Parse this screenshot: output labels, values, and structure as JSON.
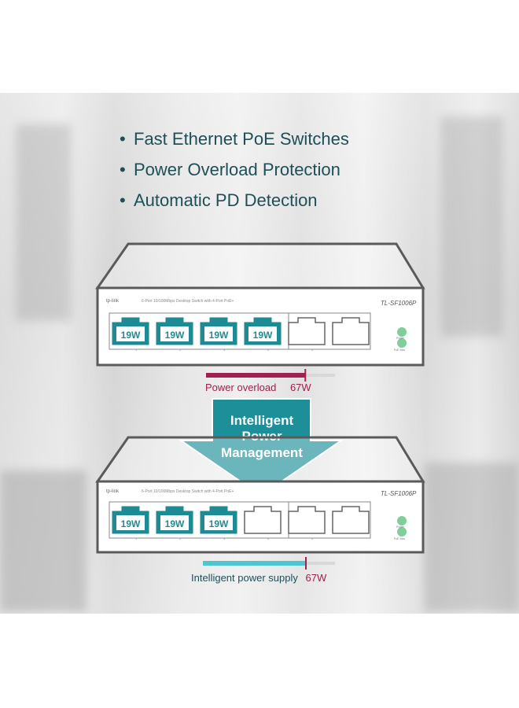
{
  "features": [
    "Fast Ethernet PoE Switches",
    "Power Overload Protection",
    "Automatic PD Detection"
  ],
  "switch_top": {
    "brand": "tp-link",
    "description": "6-Port 10/100Mbps Desktop Switch with 4-Port PoE+",
    "model": "TL-SF1006P",
    "ports": [
      {
        "label": "19W",
        "poe": true
      },
      {
        "label": "19W",
        "poe": true
      },
      {
        "label": "19W",
        "poe": true
      },
      {
        "label": "19W",
        "poe": true
      },
      {
        "label": "",
        "poe": false
      },
      {
        "label": "",
        "poe": false
      }
    ],
    "port_numbers": [
      "1",
      "2",
      "3",
      "4",
      "5"
    ],
    "led_labels": [
      "Power",
      "PoE Max"
    ]
  },
  "overload_bar": {
    "label": "Power overload",
    "value": "67W",
    "fill_fraction": 0.77,
    "color": "#a0204f"
  },
  "arrow": {
    "lines": [
      "Intelligent",
      "Power",
      "Management"
    ],
    "color": "#1d8f98"
  },
  "switch_bottom": {
    "brand": "tp-link",
    "description": "6-Port 10/100Mbps Desktop Switch with 4-Port PoE+",
    "model": "TL-SF1006P",
    "ports": [
      {
        "label": "19W",
        "poe": true
      },
      {
        "label": "19W",
        "poe": true
      },
      {
        "label": "19W",
        "poe": true
      },
      {
        "label": "",
        "poe": false
      },
      {
        "label": "",
        "poe": false
      },
      {
        "label": "",
        "poe": false
      }
    ],
    "port_numbers": [
      "1",
      "2",
      "3",
      "4",
      "5"
    ],
    "led_labels": [
      "Power",
      "PoE Max"
    ]
  },
  "supply_bar": {
    "label": "Intelligent power supply",
    "value": "67W",
    "fill_fraction": 0.78,
    "color": "#4cc6cf"
  },
  "colors": {
    "heading": "#1e4f57",
    "port_teal": "#1e8a93",
    "led_green": "#7fcf9a"
  }
}
